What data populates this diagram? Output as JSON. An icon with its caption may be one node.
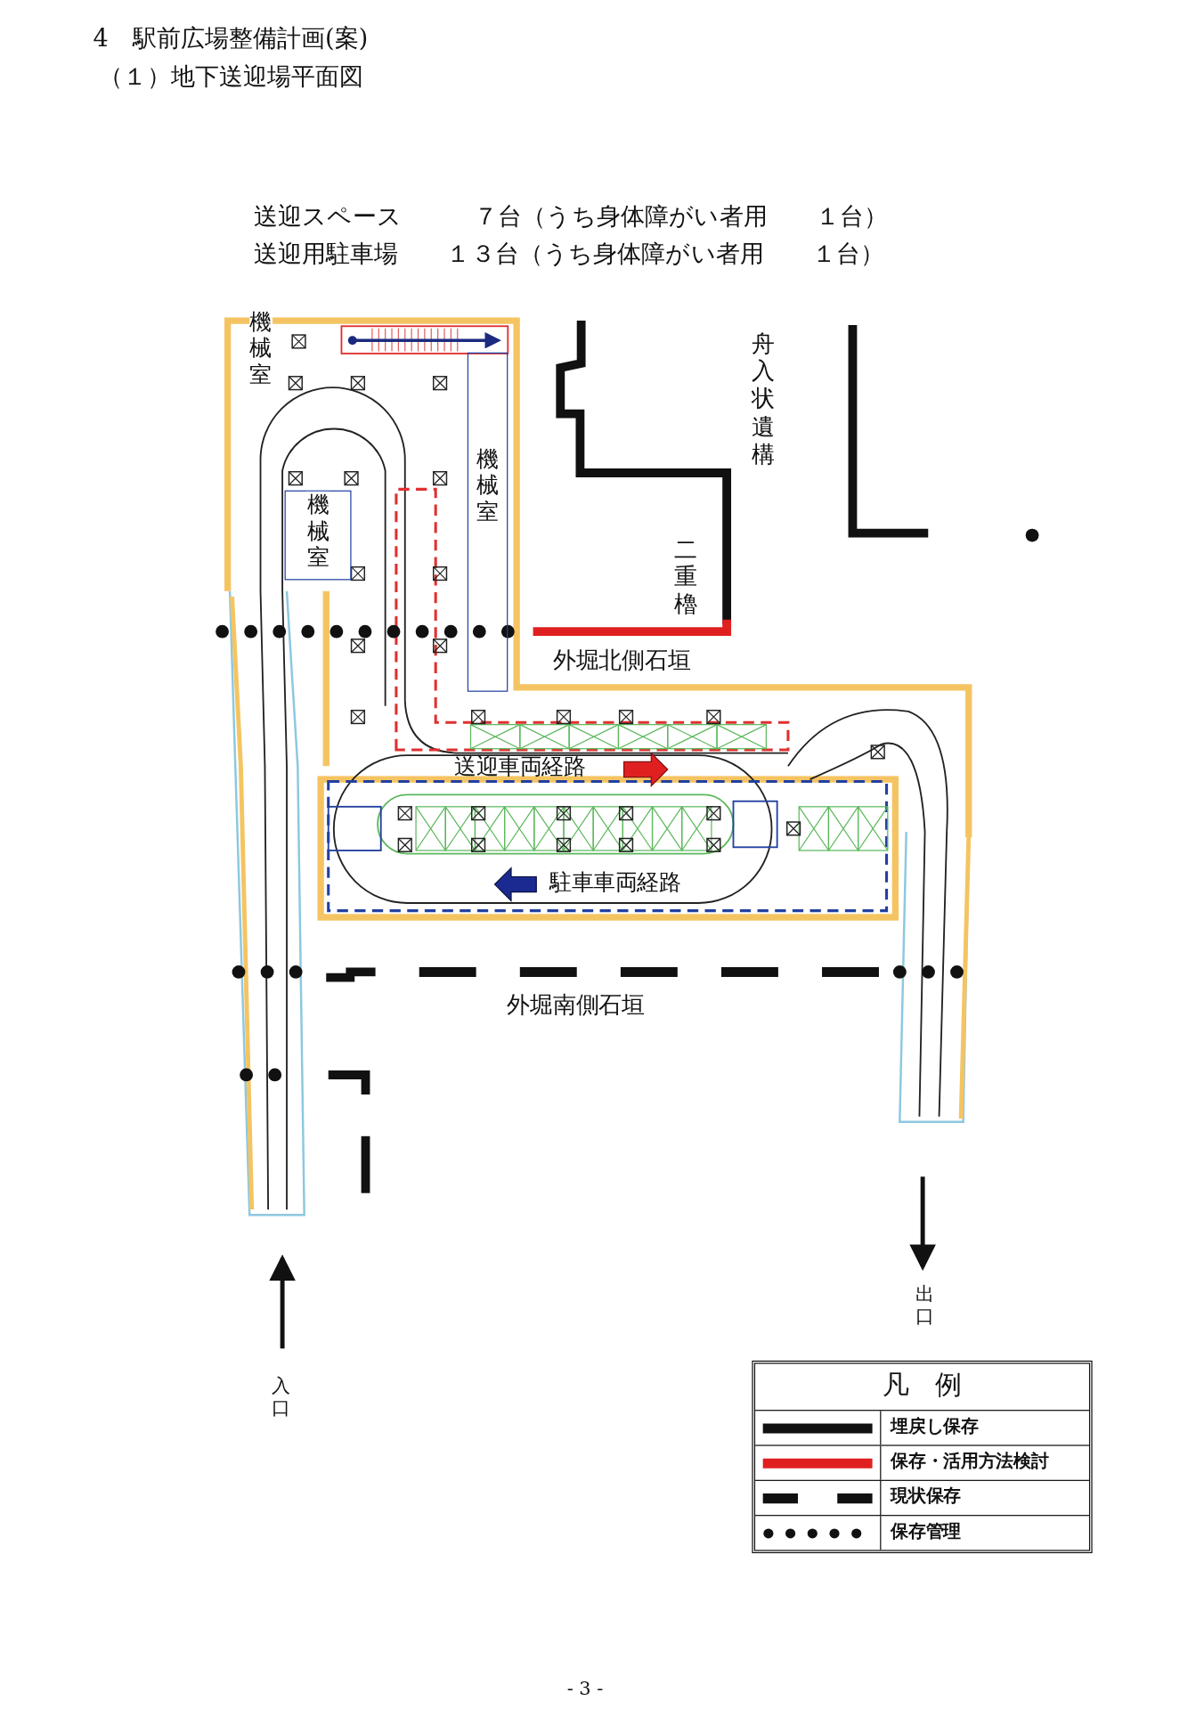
{
  "diagram": {
    "title": "4　駅前広場整備計画(案)",
    "nodes": [
      {
        "text": [
          "機械室"
        ]
      },
      {
        "text": [
          "機械室"
        ]
      },
      {
        "text": [
          "機械室"
        ]
      }
    ],
    "edges": [],
    "labels": [
      "（１）地下送迎場平面図",
      "送迎スペース　　　７台（うち身体障がい者用　　１台）",
      "送迎用駐車場　　１３台（うち身体障がい者用　　１台）",
      "舟入状遺構",
      "二重櫓",
      "外堀北側石垣",
      "送迎車両経路",
      "駐車車両経路",
      "外堀南側石垣",
      "出口",
      "入口",
      "凡　例",
      "- 3 -"
    ],
    "legend": [
      {
        "text": "埋戻し保存"
      },
      {
        "text": "保存・活用方法検討"
      },
      {
        "text": "現状保存"
      },
      {
        "text": "保存管理"
      }
    ]
  }
}
